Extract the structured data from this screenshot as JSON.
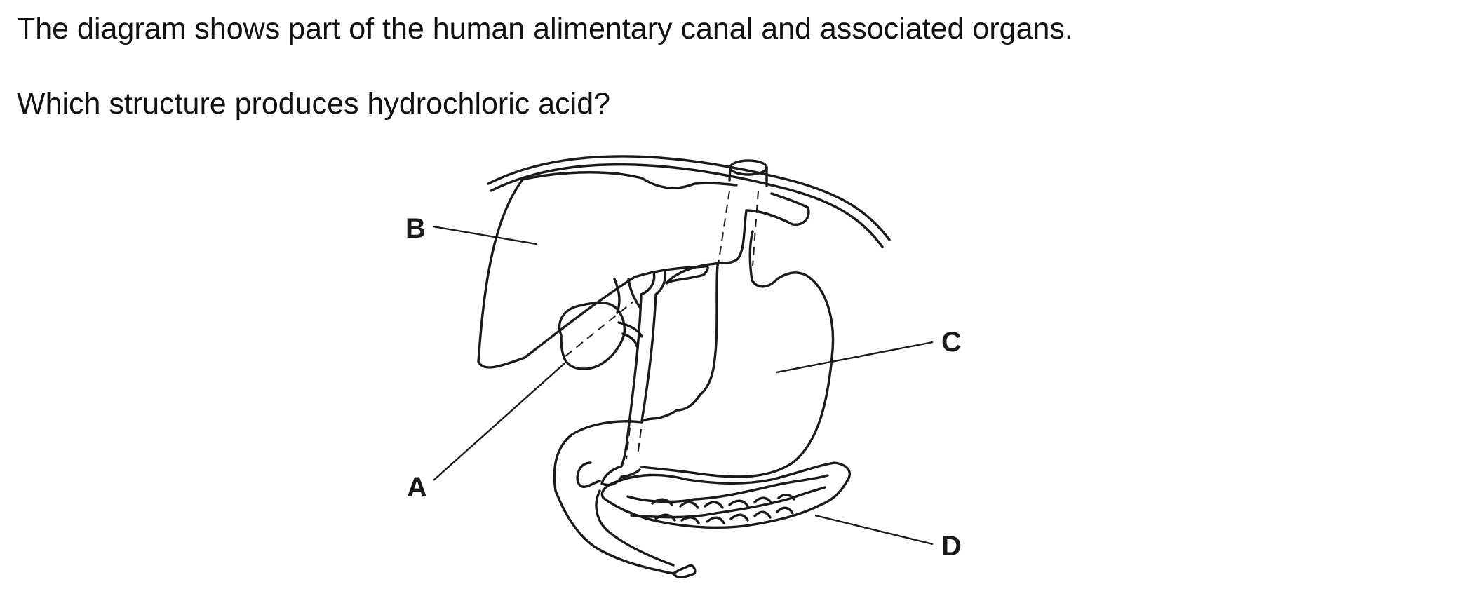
{
  "question": {
    "intro": "The diagram shows part of the human alimentary canal and associated organs.",
    "prompt": "Which structure produces hydrochloric acid?"
  },
  "diagram": {
    "labels": {
      "a": "A",
      "b": "B",
      "c": "C",
      "d": "D"
    }
  }
}
